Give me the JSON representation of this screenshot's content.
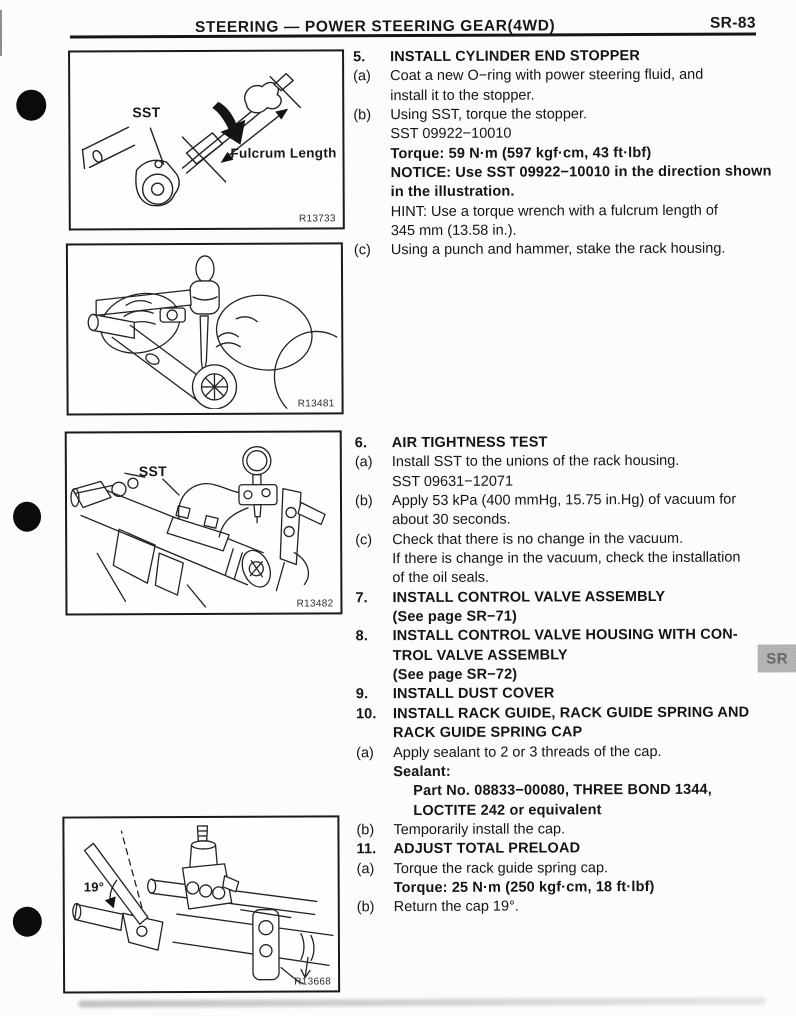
{
  "header": {
    "title": "STEERING — POWER STEERING GEAR(4WD)",
    "page_code": "SR-83"
  },
  "side_tab": {
    "label": "SR"
  },
  "figures": [
    {
      "ref": "R13733",
      "labels": {
        "sst": "SST",
        "dimension": "Fulcrum Length"
      }
    },
    {
      "ref": "R13481",
      "labels": {}
    },
    {
      "ref": "R13482",
      "labels": {
        "sst": "SST"
      }
    },
    {
      "ref": "R13668",
      "labels": {
        "angle": "19°"
      }
    }
  ],
  "steps_a": {
    "lines": [
      {
        "m": "5.",
        "t": "INSTALL CYLINDER END STOPPER",
        "b": true
      },
      {
        "m": "(a)",
        "t": "Coat a new O−ring with power steering fluid, and"
      },
      {
        "t": "install it to the stopper."
      },
      {
        "m": "(b)",
        "t": "Using SST, torque the stopper."
      },
      {
        "t": "SST 09922−10010"
      },
      {
        "t": "Torque: 59 N·m (597 kgf·cm, 43 ft·lbf)",
        "b": true
      },
      {
        "t": "NOTICE: Use SST 09922−10010 in the direction shown",
        "b": true
      },
      {
        "t": "in the illustration.",
        "b": true
      },
      {
        "t": "HINT: Use a torque wrench with a fulcrum length of"
      },
      {
        "t": "345 mm (13.58 in.)."
      },
      {
        "m": "(c)",
        "t": "Using a punch and hammer, stake the rack housing."
      }
    ]
  },
  "steps_b": {
    "lines": [
      {
        "m": "6.",
        "t": "AIR TIGHTNESS TEST",
        "b": true
      },
      {
        "m": "(a)",
        "t": "Install SST to the unions of the rack housing."
      },
      {
        "t": "SST 09631−12071"
      },
      {
        "m": "(b)",
        "t": "Apply 53 kPa (400 mmHg, 15.75 in.Hg) of vacuum for"
      },
      {
        "t": "about 30 seconds."
      },
      {
        "m": "(c)",
        "t": "Check that there is no change in the vacuum."
      },
      {
        "t": "If there is change in the vacuum, check the installation"
      },
      {
        "t": "of the oil seals."
      },
      {
        "m": "7.",
        "t": "INSTALL CONTROL VALVE ASSEMBLY",
        "b": true
      },
      {
        "t": "(See page SR−71)",
        "b": true
      },
      {
        "m": "8.",
        "t": "INSTALL CONTROL VALVE HOUSING WITH CON-",
        "b": true
      },
      {
        "t": "TROL VALVE ASSEMBLY",
        "b": true
      },
      {
        "t": "(See page SR−72)",
        "b": true
      },
      {
        "m": "9.",
        "t": "INSTALL DUST COVER",
        "b": true
      },
      {
        "m": "10.",
        "t": "INSTALL RACK GUIDE, RACK GUIDE SPRING AND",
        "b": true
      },
      {
        "t": "RACK GUIDE SPRING CAP",
        "b": true
      },
      {
        "m": "(a)",
        "t": "Apply sealant to 2 or 3 threads of the cap."
      },
      {
        "t": "Sealant:",
        "b": true
      },
      {
        "t": "Part No. 08833−00080, THREE BOND 1344,",
        "b": true,
        "i": 2
      },
      {
        "t": "LOCTITE 242 or equivalent",
        "b": true,
        "i": 2
      },
      {
        "m": "(b)",
        "t": "Temporarily install the cap."
      },
      {
        "m": "11.",
        "t": "ADJUST TOTAL PRELOAD",
        "b": true
      },
      {
        "m": "(a)",
        "t": "Torque the rack guide spring cap."
      },
      {
        "t": "Torque: 25 N·m (250 kgf·cm, 18 ft·lbf)",
        "b": true
      },
      {
        "m": "(b)",
        "t": "Return the cap 19°."
      }
    ]
  }
}
